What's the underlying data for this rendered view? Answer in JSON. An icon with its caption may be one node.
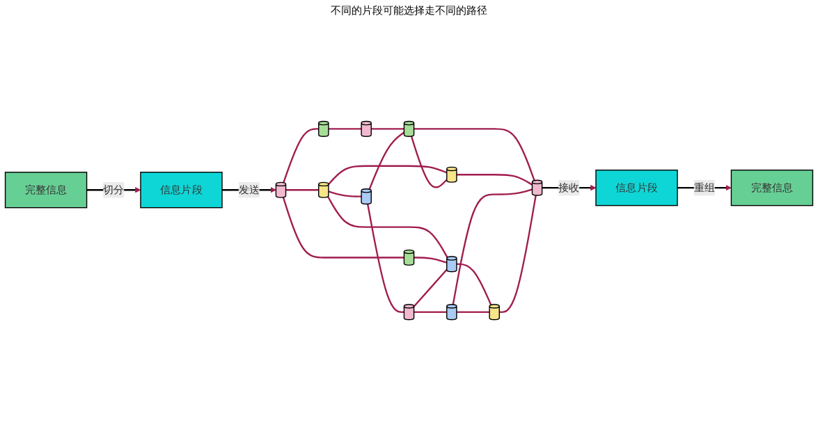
{
  "diagram": {
    "nodes": [
      {
        "text": [
          "完整信息"
        ]
      },
      {
        "text": [
          "信息片段"
        ]
      },
      {
        "text": [],
        "shape": "cylinder"
      },
      {
        "text": [],
        "shape": "cylinder"
      },
      {
        "text": [],
        "shape": "cylinder"
      },
      {
        "text": [],
        "shape": "cylinder"
      },
      {
        "text": [],
        "shape": "cylinder"
      },
      {
        "text": [],
        "shape": "cylinder"
      },
      {
        "text": [],
        "shape": "cylinder"
      },
      {
        "text": [],
        "shape": "cylinder"
      },
      {
        "text": [],
        "shape": "cylinder"
      },
      {
        "text": [],
        "shape": "cylinder"
      },
      {
        "text": [],
        "shape": "cylinder"
      },
      {
        "text": [],
        "shape": "cylinder"
      },
      {
        "text": [],
        "shape": "cylinder"
      },
      {
        "text": [
          "信息片段"
        ]
      },
      {
        "text": [
          "完整信息"
        ]
      }
    ],
    "edges": [
      {
        "from": 0,
        "to": 1,
        "arrow": "to",
        "label": "切分",
        "color": "#000000"
      },
      {
        "from": 1,
        "to": 2,
        "arrow": "to",
        "label": "发送",
        "color": "#000000"
      },
      {
        "from": 2,
        "to": 3,
        "arrow": "none"
      },
      {
        "from": 3,
        "to": 4,
        "arrow": "none"
      },
      {
        "from": 4,
        "to": 6,
        "arrow": "none"
      },
      {
        "from": 2,
        "to": 7,
        "arrow": "none"
      },
      {
        "from": 2,
        "to": 9,
        "arrow": "none"
      },
      {
        "from": 7,
        "to": 5,
        "arrow": "none"
      },
      {
        "from": 5,
        "to": 6,
        "arrow": "none"
      },
      {
        "from": 5,
        "to": 10,
        "arrow": "none"
      },
      {
        "from": 7,
        "to": 8,
        "arrow": "none"
      },
      {
        "from": 7,
        "to": 11,
        "arrow": "none"
      },
      {
        "from": 9,
        "to": 11,
        "arrow": "none"
      },
      {
        "from": 6,
        "to": 8,
        "arrow": "none"
      },
      {
        "from": 6,
        "to": 13,
        "arrow": "none"
      },
      {
        "from": 8,
        "to": 13,
        "arrow": "none"
      },
      {
        "from": 10,
        "to": 11,
        "arrow": "none"
      },
      {
        "from": 10,
        "to": 12,
        "arrow": "none"
      },
      {
        "from": 11,
        "to": 14,
        "arrow": "none"
      },
      {
        "from": 12,
        "to": 14,
        "arrow": "none"
      },
      {
        "from": 12,
        "to": 13,
        "arrow": "none"
      },
      {
        "from": 14,
        "to": 13,
        "arrow": "none"
      },
      {
        "from": 13,
        "to": 15,
        "arrow": "to",
        "label": "接收",
        "color": "#000000"
      },
      {
        "from": 15,
        "to": 16,
        "arrow": "to",
        "label": "重组",
        "color": "#000000"
      }
    ],
    "labels": [
      "不同的片段可能选择走不同的路径"
    ]
  }
}
